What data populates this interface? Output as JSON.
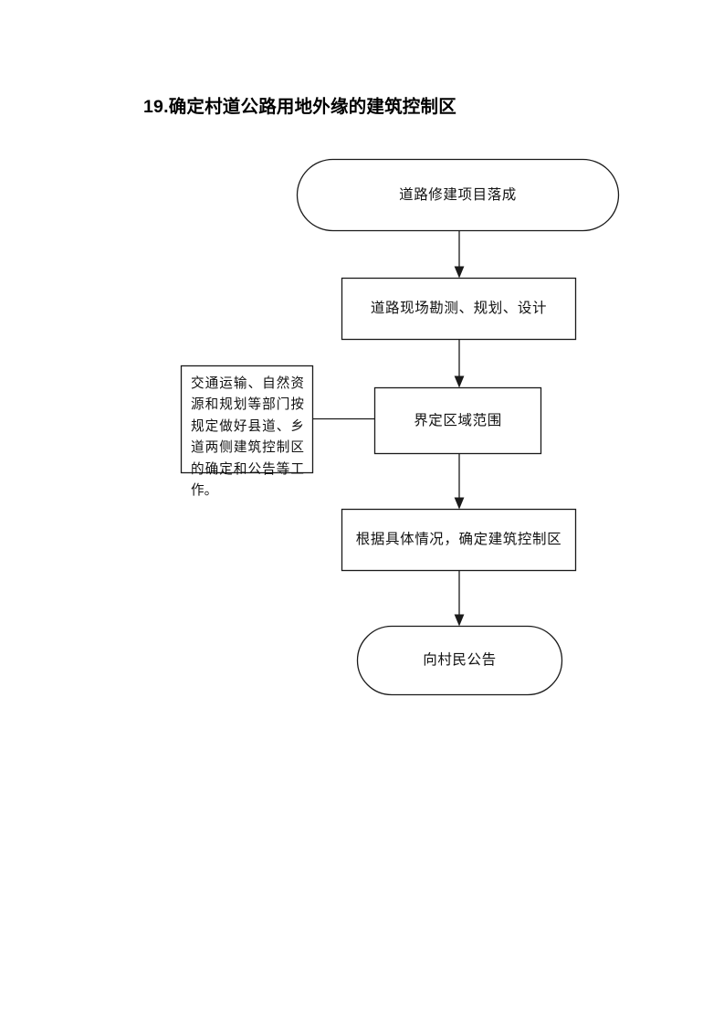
{
  "page": {
    "title": "19.确定村道公路用地外缘的建筑控制区",
    "background_color": "#ffffff",
    "stroke_color": "#1a1a1a",
    "text_color": "#111111"
  },
  "flowchart": {
    "type": "flowchart",
    "orientation": "top-to-bottom",
    "nodes": [
      {
        "id": "start",
        "shape": "stadium",
        "label": "道路修建项目落成"
      },
      {
        "id": "survey",
        "shape": "rectangle",
        "label": "道路现场勘测、规划、设计"
      },
      {
        "id": "define-area",
        "shape": "rectangle",
        "label": "界定区域范围"
      },
      {
        "id": "note",
        "shape": "rectangle",
        "label": "交通运输、自然资源和规划等部门按规定做好县道、乡道两侧建筑控制区的确定和公告等工作。"
      },
      {
        "id": "determine-zone",
        "shape": "rectangle",
        "label": "根据具体情况，确定建筑控制区"
      },
      {
        "id": "announce",
        "shape": "stadium",
        "label": "向村民公告"
      }
    ],
    "edges": [
      {
        "from": "start",
        "to": "survey",
        "style": "arrow",
        "direction": "down"
      },
      {
        "from": "survey",
        "to": "define-area",
        "style": "arrow",
        "direction": "down"
      },
      {
        "from": "note",
        "to": "define-area",
        "style": "line",
        "direction": "right"
      },
      {
        "from": "define-area",
        "to": "determine-zone",
        "style": "arrow",
        "direction": "down"
      },
      {
        "from": "determine-zone",
        "to": "announce",
        "style": "arrow",
        "direction": "down"
      }
    ]
  }
}
